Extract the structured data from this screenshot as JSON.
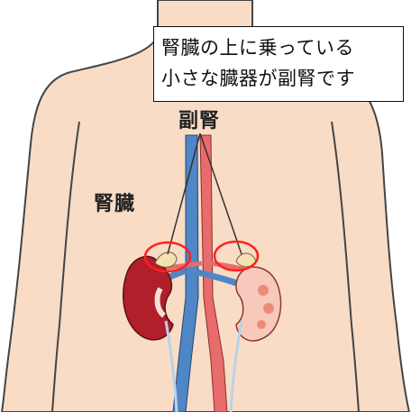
{
  "callout": {
    "line1": "腎臓の上に乗っている",
    "line2": "小さな臓器が副腎です"
  },
  "labels": {
    "kidney": "腎臓",
    "adrenal": "副腎"
  },
  "colors": {
    "skin": "#f9dcc6",
    "skin_outline": "#444444",
    "kidney": "#b01f2a",
    "kidney_inner": "#f5b6a8",
    "artery": "#e86c6c",
    "vein": "#4f86c6",
    "highlight_circle": "#ff2020"
  }
}
